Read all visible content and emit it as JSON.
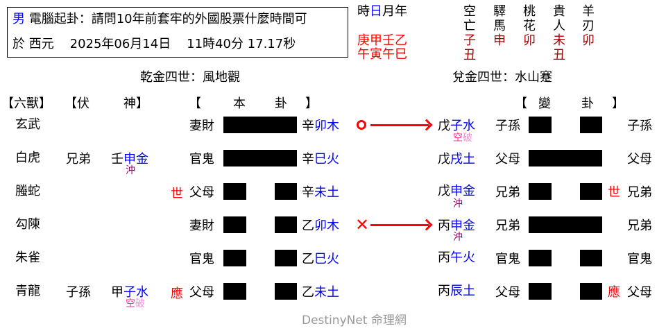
{
  "header": {
    "gender": "男",
    "question_label": "電腦起卦：請問10年前套牢的外國股票什麼時間可",
    "date_prefix": "於 西元",
    "date": "2025年06月14日",
    "time": "11時40分 17.17秒"
  },
  "pillars": {
    "labels": [
      "時",
      "日",
      "月",
      "年"
    ],
    "stems": "庚甲壬乙",
    "branches": "午寅午巳",
    "highlight_color": "#0000ff",
    "ganzhi_color": "#ff0000"
  },
  "spirits_table": {
    "headers": [
      {
        "top": "空",
        "bottom": "亡",
        "values": [
          "子",
          "丑"
        ]
      },
      {
        "top": "驛",
        "bottom": "馬",
        "values": [
          "申"
        ]
      },
      {
        "top": "桃",
        "bottom": "花",
        "values": [
          "卯"
        ]
      },
      {
        "top": "貴",
        "bottom": "人",
        "values": [
          "未",
          "丑"
        ]
      },
      {
        "top": "羊",
        "bottom": "刃",
        "values": [
          "卯"
        ]
      }
    ],
    "value_color": "#aa0000"
  },
  "main_hexagram": {
    "title": "乾金四世：風地觀"
  },
  "changed_hexagram": {
    "title": "兌金四世：水山蹇"
  },
  "column_headers": {
    "six_beasts": "【六獸】",
    "hidden_spirit_open": "【伏",
    "hidden_spirit_close": "神】",
    "main_open": "【",
    "main_1": "本",
    "main_2": "卦",
    "main_close": "】",
    "changed_open": "【",
    "changed_1": "變",
    "changed_2": "卦",
    "changed_close": "】"
  },
  "lines": [
    {
      "beast": "玄武",
      "hidden_relation": "",
      "hidden_stem": "",
      "hidden_branch": "",
      "hidden_note": "",
      "marker": "",
      "relation": "妻財",
      "line_type": "yang",
      "stem": "辛",
      "branch": "卯木",
      "move": "circle",
      "changed_stem": "戊",
      "changed_branch": "子水",
      "changed_note_1": "空",
      "changed_note_2": "破",
      "changed_relation": "子孫",
      "changed_line_type": "yin",
      "changed_marker": "",
      "changed_relation_right": "子孫"
    },
    {
      "beast": "白虎",
      "hidden_relation": "兄弟",
      "hidden_stem": "壬",
      "hidden_branch": "申金",
      "hidden_note": "沖",
      "marker": "",
      "relation": "官鬼",
      "line_type": "yang",
      "stem": "辛",
      "branch": "巳火",
      "move": "",
      "changed_stem": "戊",
      "changed_branch": "戌土",
      "changed_note_1": "",
      "changed_note_2": "",
      "changed_relation": "父母",
      "changed_line_type": "yang",
      "changed_marker": "",
      "changed_relation_right": "父母"
    },
    {
      "beast": "螣蛇",
      "hidden_relation": "",
      "hidden_stem": "",
      "hidden_branch": "",
      "hidden_note": "",
      "marker": "世",
      "relation": "父母",
      "line_type": "yin",
      "stem": "辛",
      "branch": "未土",
      "move": "",
      "changed_stem": "戊",
      "changed_branch": "申金",
      "changed_note_1": "沖",
      "changed_note_2": "",
      "changed_relation": "兄弟",
      "changed_line_type": "yin",
      "changed_marker": "世",
      "changed_relation_right": "兄弟"
    },
    {
      "beast": "勾陳",
      "hidden_relation": "",
      "hidden_stem": "",
      "hidden_branch": "",
      "hidden_note": "",
      "marker": "",
      "relation": "妻財",
      "line_type": "yin",
      "stem": "乙",
      "branch": "卯木",
      "move": "cross",
      "changed_stem": "丙",
      "changed_branch": "申金",
      "changed_note_1": "沖",
      "changed_note_2": "",
      "changed_relation": "兄弟",
      "changed_line_type": "yang",
      "changed_marker": "",
      "changed_relation_right": "兄弟"
    },
    {
      "beast": "朱雀",
      "hidden_relation": "",
      "hidden_stem": "",
      "hidden_branch": "",
      "hidden_note": "",
      "marker": "",
      "relation": "官鬼",
      "line_type": "yin",
      "stem": "乙",
      "branch": "巳火",
      "move": "",
      "changed_stem": "丙",
      "changed_branch": "午火",
      "changed_note_1": "",
      "changed_note_2": "",
      "changed_relation": "官鬼",
      "changed_line_type": "yin",
      "changed_marker": "",
      "changed_relation_right": "官鬼"
    },
    {
      "beast": "青龍",
      "hidden_relation": "子孫",
      "hidden_stem": "甲",
      "hidden_branch": "子水",
      "hidden_note_1": "空",
      "hidden_note_2": "破",
      "marker": "應",
      "relation": "父母",
      "line_type": "yin",
      "stem": "乙",
      "branch": "未土",
      "move": "",
      "changed_stem": "丙",
      "changed_branch": "辰土",
      "changed_note_1": "",
      "changed_note_2": "",
      "changed_relation": "父母",
      "changed_line_type": "yin",
      "changed_marker": "應",
      "changed_relation_right": "父母"
    }
  ],
  "move_markers": {
    "circle": "○",
    "cross": "✕"
  },
  "footer": {
    "brand": "DestinyNet 命理網"
  }
}
